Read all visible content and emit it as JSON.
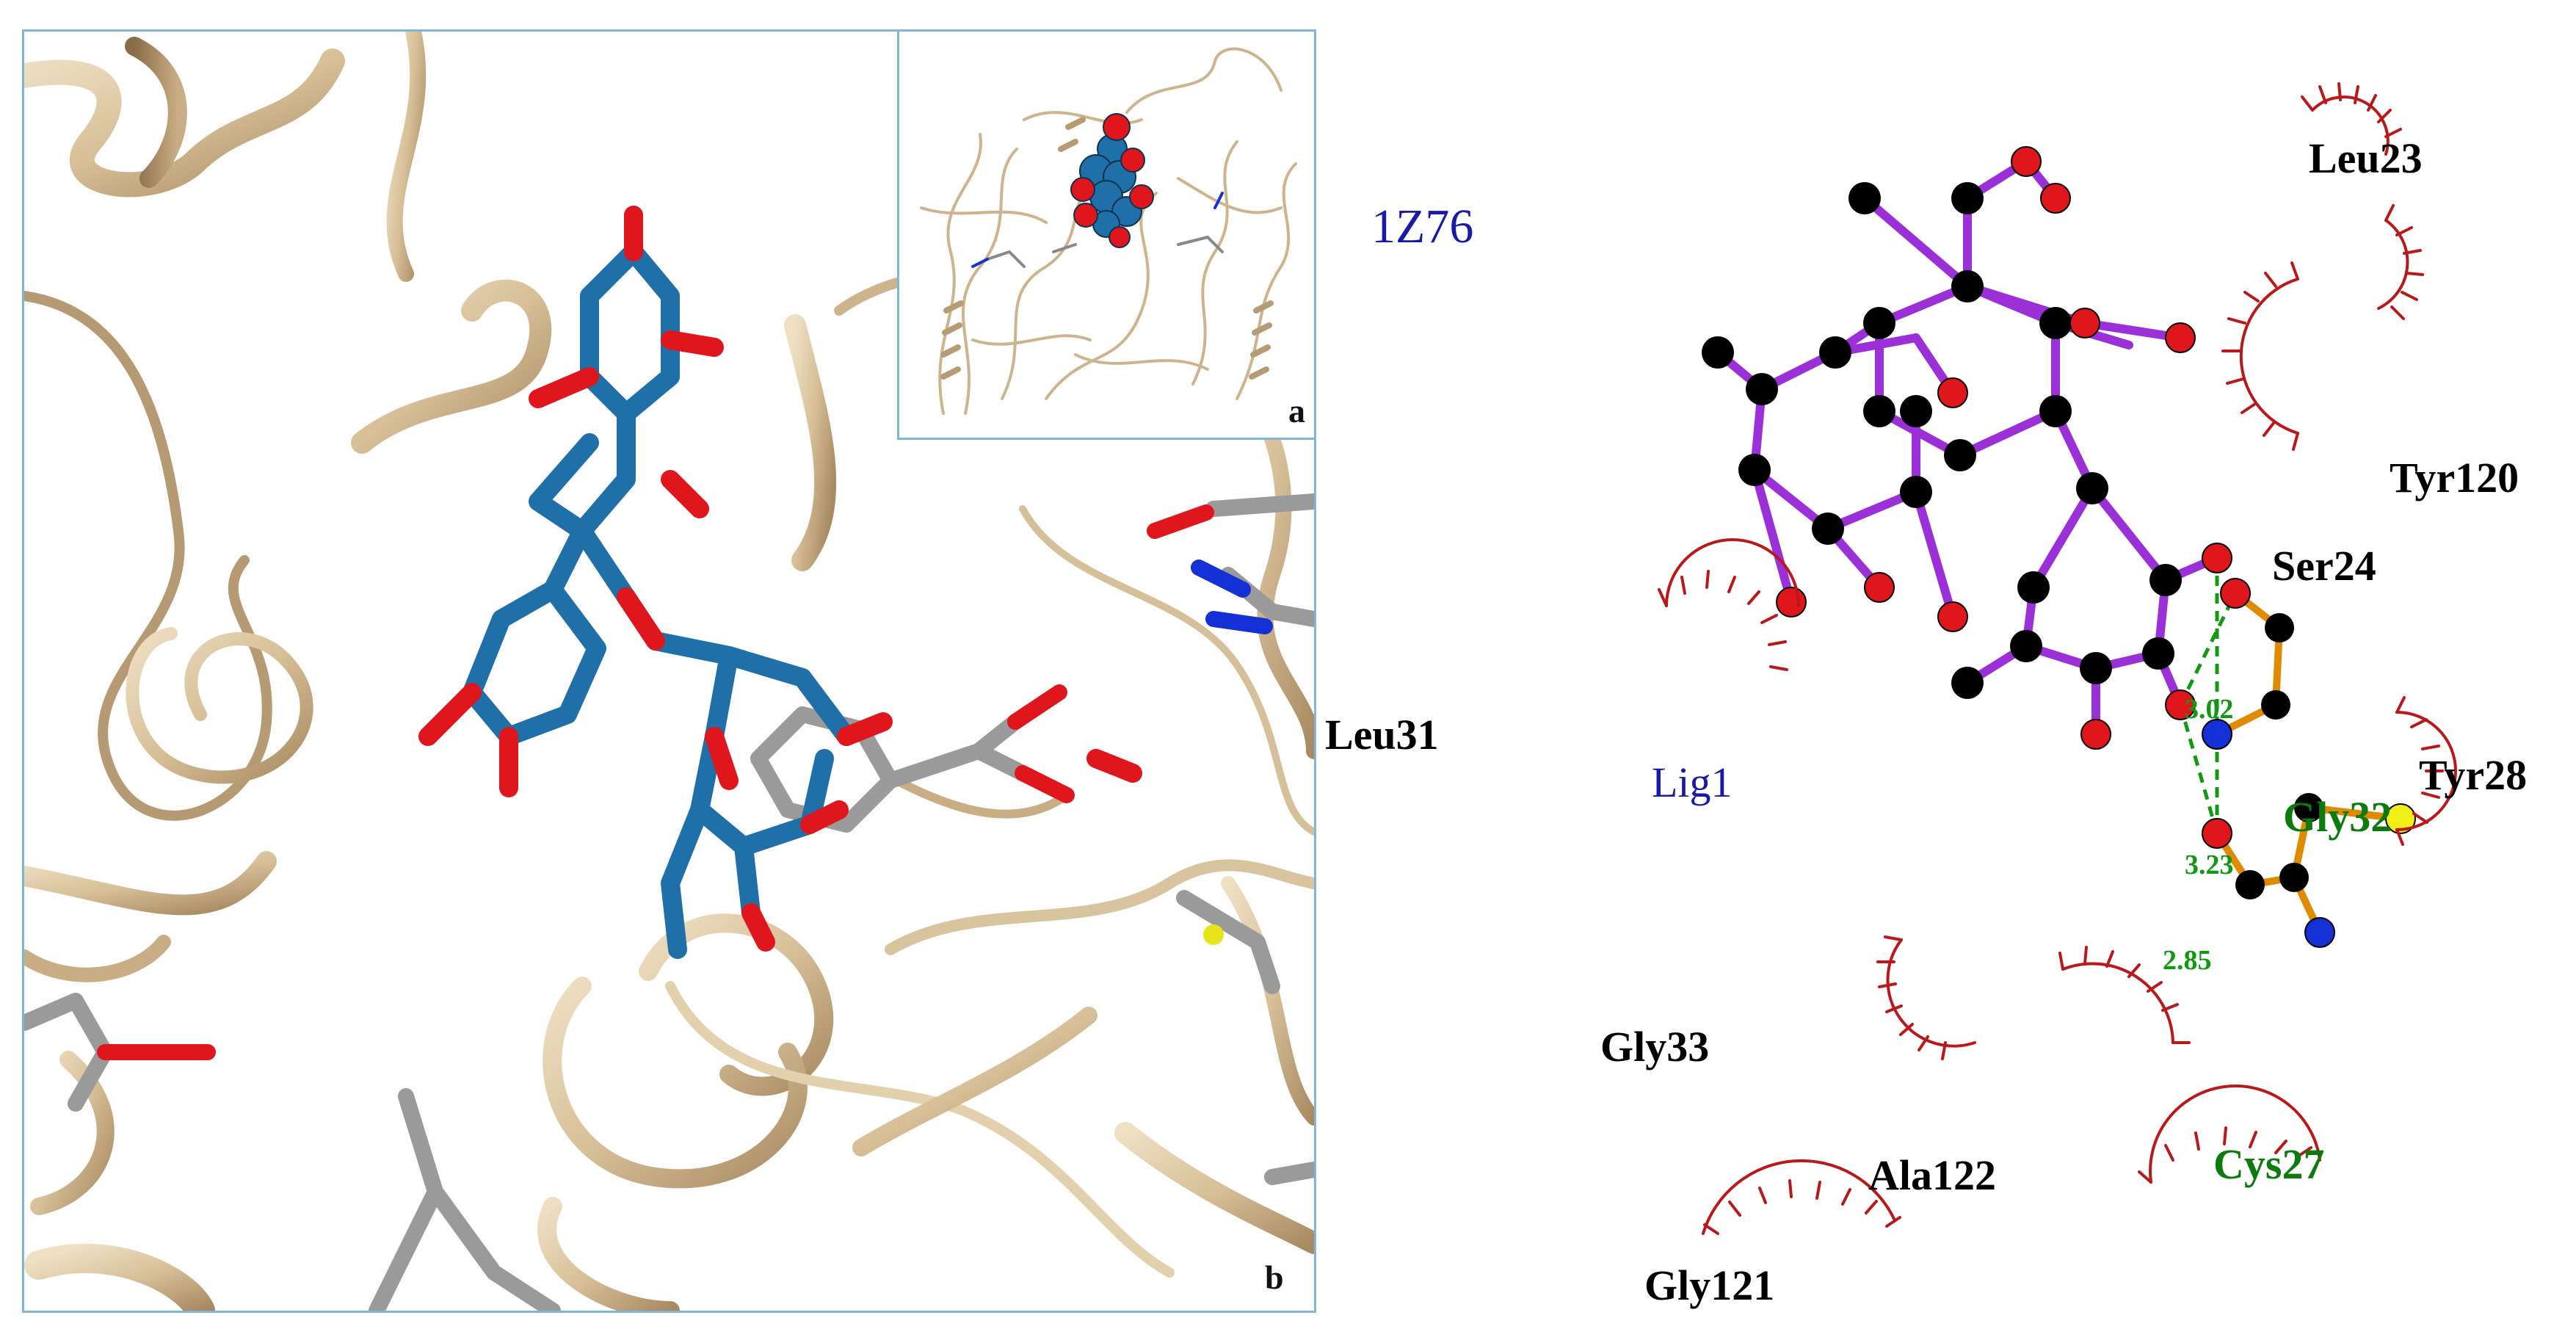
{
  "panels": {
    "inset_label": "a",
    "main_label": "b"
  },
  "ligplot": {
    "pdb_id": "1Z76",
    "ligand_name": "Lig1",
    "hbond_distances": [
      "3.02",
      "3.23",
      "2.85"
    ],
    "hbond_residues": [
      "Gly32",
      "Cys27"
    ],
    "hydrophobic_residues": [
      "Leu23",
      "Tyr120",
      "Ser24",
      "Leu31",
      "Tyr28",
      "Gly33",
      "Ala122",
      "Gly121"
    ]
  },
  "colors": {
    "ribbon": "#d9c4a0",
    "ligand_carbon": "#1f6fa8",
    "oxygen": "#e0161d",
    "protein_carbon": "#9a9a9a",
    "ligand_bond": "#9b30d9",
    "residue_bond": "#e08a00",
    "hbond": "#119911",
    "hydrophobic_arc": "#b8191b",
    "nitrogen": "#1431d6",
    "sulfur": "#f0f018",
    "label_blue": "#1a1aa8",
    "label_green": "#0d7a0d",
    "panel_border": "#7fb6d6"
  }
}
